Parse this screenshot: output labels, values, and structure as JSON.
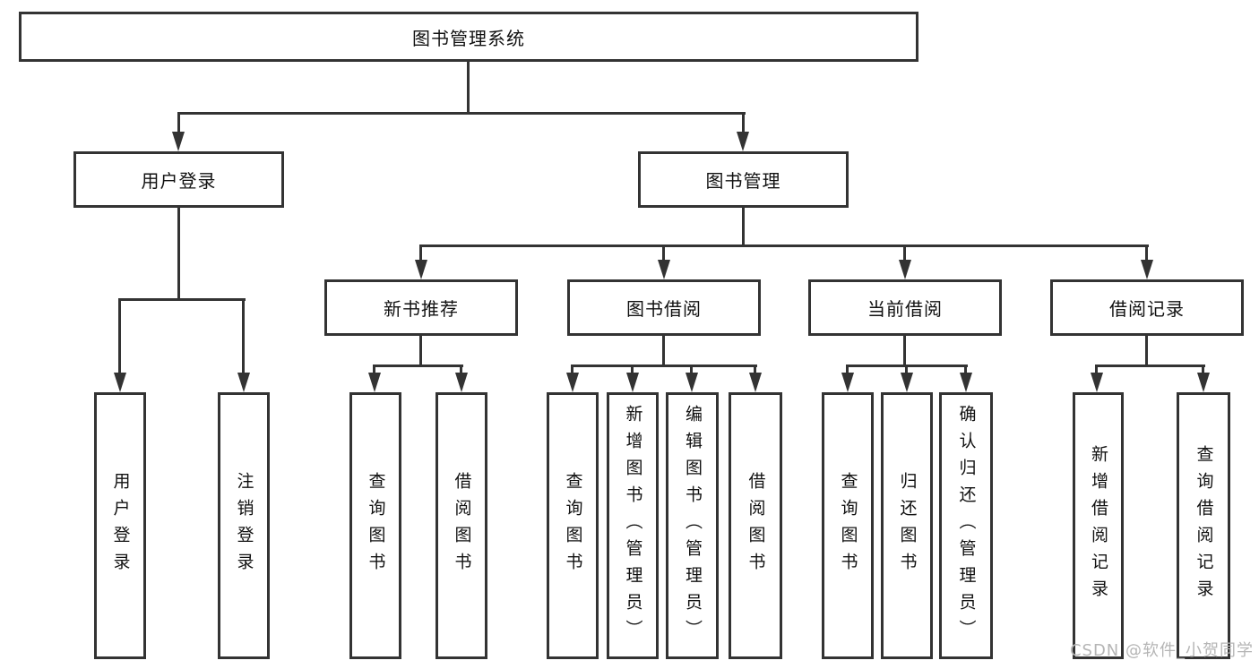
{
  "diagram_title": "图书管理系统",
  "tree": {
    "root": {
      "label": "图书管理系统"
    },
    "branches": [
      {
        "label": "用户登录",
        "children": [
          {
            "label": "用户登录"
          },
          {
            "label": "注销登录"
          }
        ]
      },
      {
        "label": "图书管理",
        "children": [
          {
            "label": "新书推荐",
            "children": [
              {
                "label": "查询图书"
              },
              {
                "label": "借阅图书"
              }
            ]
          },
          {
            "label": "图书借阅",
            "children": [
              {
                "label": "查询图书"
              },
              {
                "label": "新增图书（管理员）"
              },
              {
                "label": "编辑图书（管理员）"
              },
              {
                "label": "借阅图书"
              }
            ]
          },
          {
            "label": "当前借阅",
            "children": [
              {
                "label": "查询图书"
              },
              {
                "label": "归还图书"
              },
              {
                "label": "确认归还（管理员）"
              }
            ]
          },
          {
            "label": "借阅记录",
            "children": [
              {
                "label": "新增借阅记录"
              },
              {
                "label": "查询借阅记录"
              }
            ]
          }
        ]
      }
    ]
  },
  "watermark": "CSDN @软件_小贺同学",
  "colors": {
    "line": "#333333",
    "text": "#111111",
    "watermark": "#b5b5b5",
    "background": "#ffffff"
  }
}
